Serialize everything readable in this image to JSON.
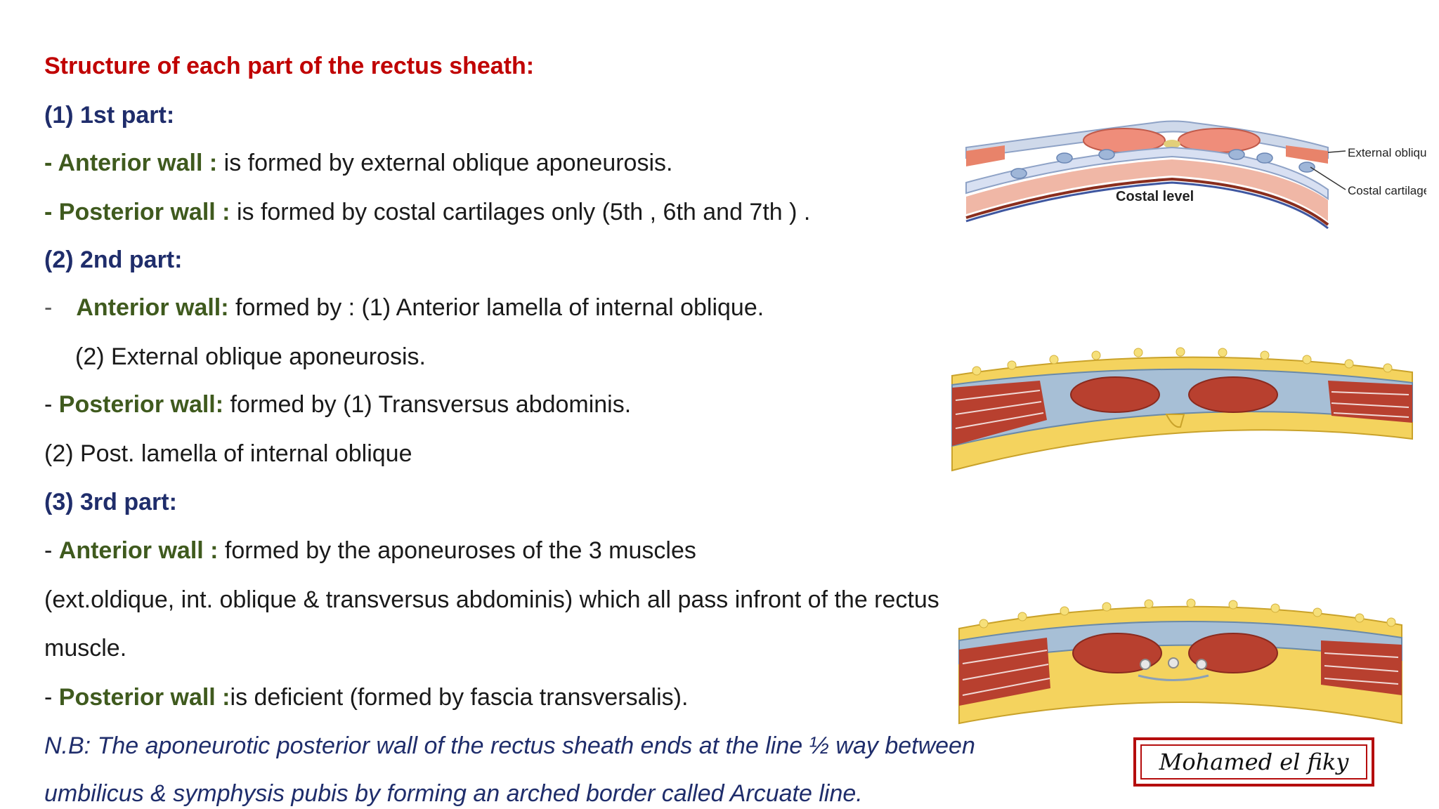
{
  "title": "Structure of each part of the rectus sheath:",
  "part1": {
    "heading": "(1) 1st part:",
    "anterior_label": "- Anterior wall :",
    "anterior_text": " is formed by external oblique aponeurosis.",
    "posterior_label": "- Posterior wall :",
    "posterior_text": " is formed by costal cartilages only (5th , 6th and 7th ) ."
  },
  "part2": {
    "heading": "(2) 2nd part:",
    "anterior_dash": "-",
    "anterior_label": "Anterior wall:",
    "anterior_text": " formed by  : (1) Anterior lamella of internal oblique.",
    "anterior_cont": "(2) External oblique aponeurosis.",
    "posterior_dash": "- ",
    "posterior_label": "Posterior wall:",
    "posterior_text": " formed by (1) Transversus abdominis.",
    "posterior_cont": "(2) Post. lamella of internal oblique"
  },
  "part3": {
    "heading": "(3) 3rd part:",
    "anterior_dash": "- ",
    "anterior_label": "Anterior wall :",
    "anterior_text": " formed by the aponeuroses of the 3 muscles",
    "anterior_cont1": "(ext.oldique, int. oblique & transversus abdominis) which all pass infront of the rectus",
    "anterior_cont2": "muscle.",
    "posterior_dash": "- ",
    "posterior_label": "Posterior wall :",
    "posterior_text": "is deficient (formed by fascia transversalis)."
  },
  "note": {
    "line1": "N.B: The aponeurotic posterior wall of the rectus sheath ends at the line ½ way between",
    "line2": "umbilicus & symphysis pubis by forming an arched border called Arcuate line."
  },
  "figure1": {
    "center_label": "Costal level",
    "label_external": "External oblique",
    "label_cartilage": "Costal cartilage"
  },
  "signature": "Mohamed el fiky",
  "colors": {
    "title_red": "#c00000",
    "heading_navy": "#1f2d6b",
    "label_green": "#3f5a1e",
    "signature_border": "#b50d0d"
  }
}
